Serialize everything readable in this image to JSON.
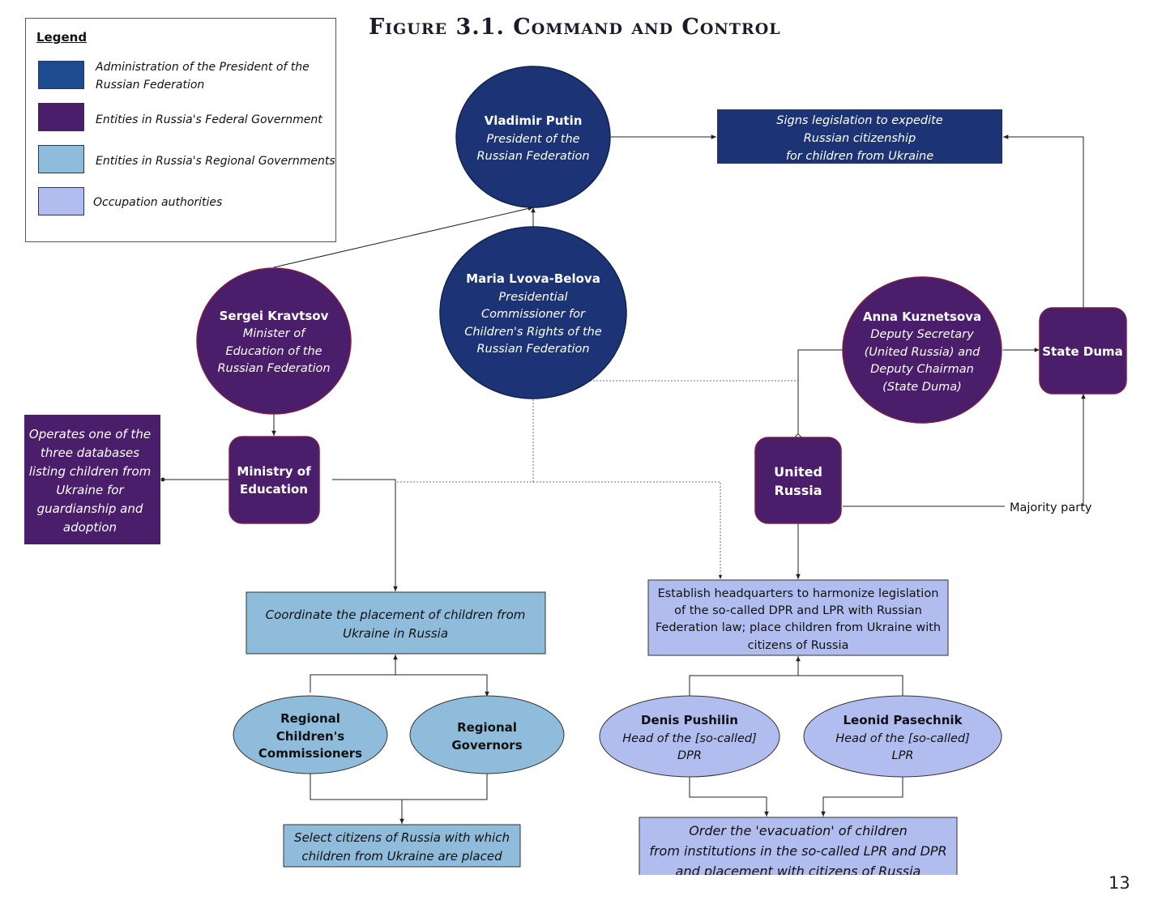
{
  "title": "Figure 3.1. Command and Control",
  "page_number": "13",
  "colors": {
    "presidential": "#1c3475",
    "federal": "#4b1e6b",
    "regional": "#8fbcdb",
    "occupation": "#b0bdee"
  },
  "legend": {
    "heading": "Legend",
    "items": [
      {
        "line1": "Administration of the President of the",
        "line2": "Russian Federation"
      },
      {
        "line1": "Entities in Russia's Federal Government",
        "line2": ""
      },
      {
        "line1": "Entities in Russia's Regional Governments",
        "line2": ""
      },
      {
        "line1": "Occupation authorities",
        "line2": ""
      }
    ]
  },
  "nodes": {
    "putin": {
      "name": "Vladimir Putin",
      "role1": "President of the",
      "role2": "Russian Federation"
    },
    "signs": {
      "l1": "Signs legislation to expedite",
      "l2": "Russian citizenship",
      "l3": "for children from Ukraine"
    },
    "lvova": {
      "name": "Maria Lvova-Belova",
      "r1": "Presidential",
      "r2": "Commissioner for",
      "r3": "Children's Rights of the",
      "r4": "Russian Federation"
    },
    "kravtsov": {
      "name": "Sergei Kravtsov",
      "r1": "Minister of",
      "r2": "Education of the",
      "r3": "Russian Federation"
    },
    "kuznetsova": {
      "name": "Anna Kuznetsova",
      "r1": "Deputy Secretary",
      "r2": "(United Russia) and",
      "r3": "Deputy Chairman",
      "r4": "(State Duma)"
    },
    "duma": {
      "label": "State Duma"
    },
    "ministry": {
      "l1": "Ministry of",
      "l2": "Education"
    },
    "databases": {
      "l1": "Operates one of the",
      "l2": "three databases",
      "l3": "listing children from",
      "l4": "Ukraine for",
      "l5": "guardianship and",
      "l6": "adoption"
    },
    "united_russia": {
      "l1": "United",
      "l2": "Russia"
    },
    "majority": {
      "label": "Majority party"
    },
    "coordinate": {
      "l1": "Coordinate the placement of children from",
      "l2": "Ukraine in Russia"
    },
    "headquarters": {
      "l1": "Establish headquarters to harmonize legislation",
      "l2": "of the so-called DPR and LPR with Russian",
      "l3": "Federation law; place children from Ukraine with",
      "l4": "citizens of Russia"
    },
    "reg_commissioners": {
      "l1": "Regional",
      "l2": "Children's",
      "l3": "Commissioners"
    },
    "reg_governors": {
      "l1": "Regional",
      "l2": "Governors"
    },
    "pushilin": {
      "name": "Denis Pushilin",
      "r1": "Head of the [so-called]",
      "r2": "DPR"
    },
    "pasechnik": {
      "name": "Leonid Pasechnik",
      "r1": "Head of the [so-called]",
      "r2": "LPR"
    },
    "select": {
      "l1": "Select citizens of Russia with which",
      "l2": "children from Ukraine are placed"
    },
    "evacuation": {
      "l1": "Order the 'evacuation' of children",
      "l2": "from institutions in the so-called LPR and DPR",
      "l3": "and placement with citizens of Russia"
    }
  }
}
